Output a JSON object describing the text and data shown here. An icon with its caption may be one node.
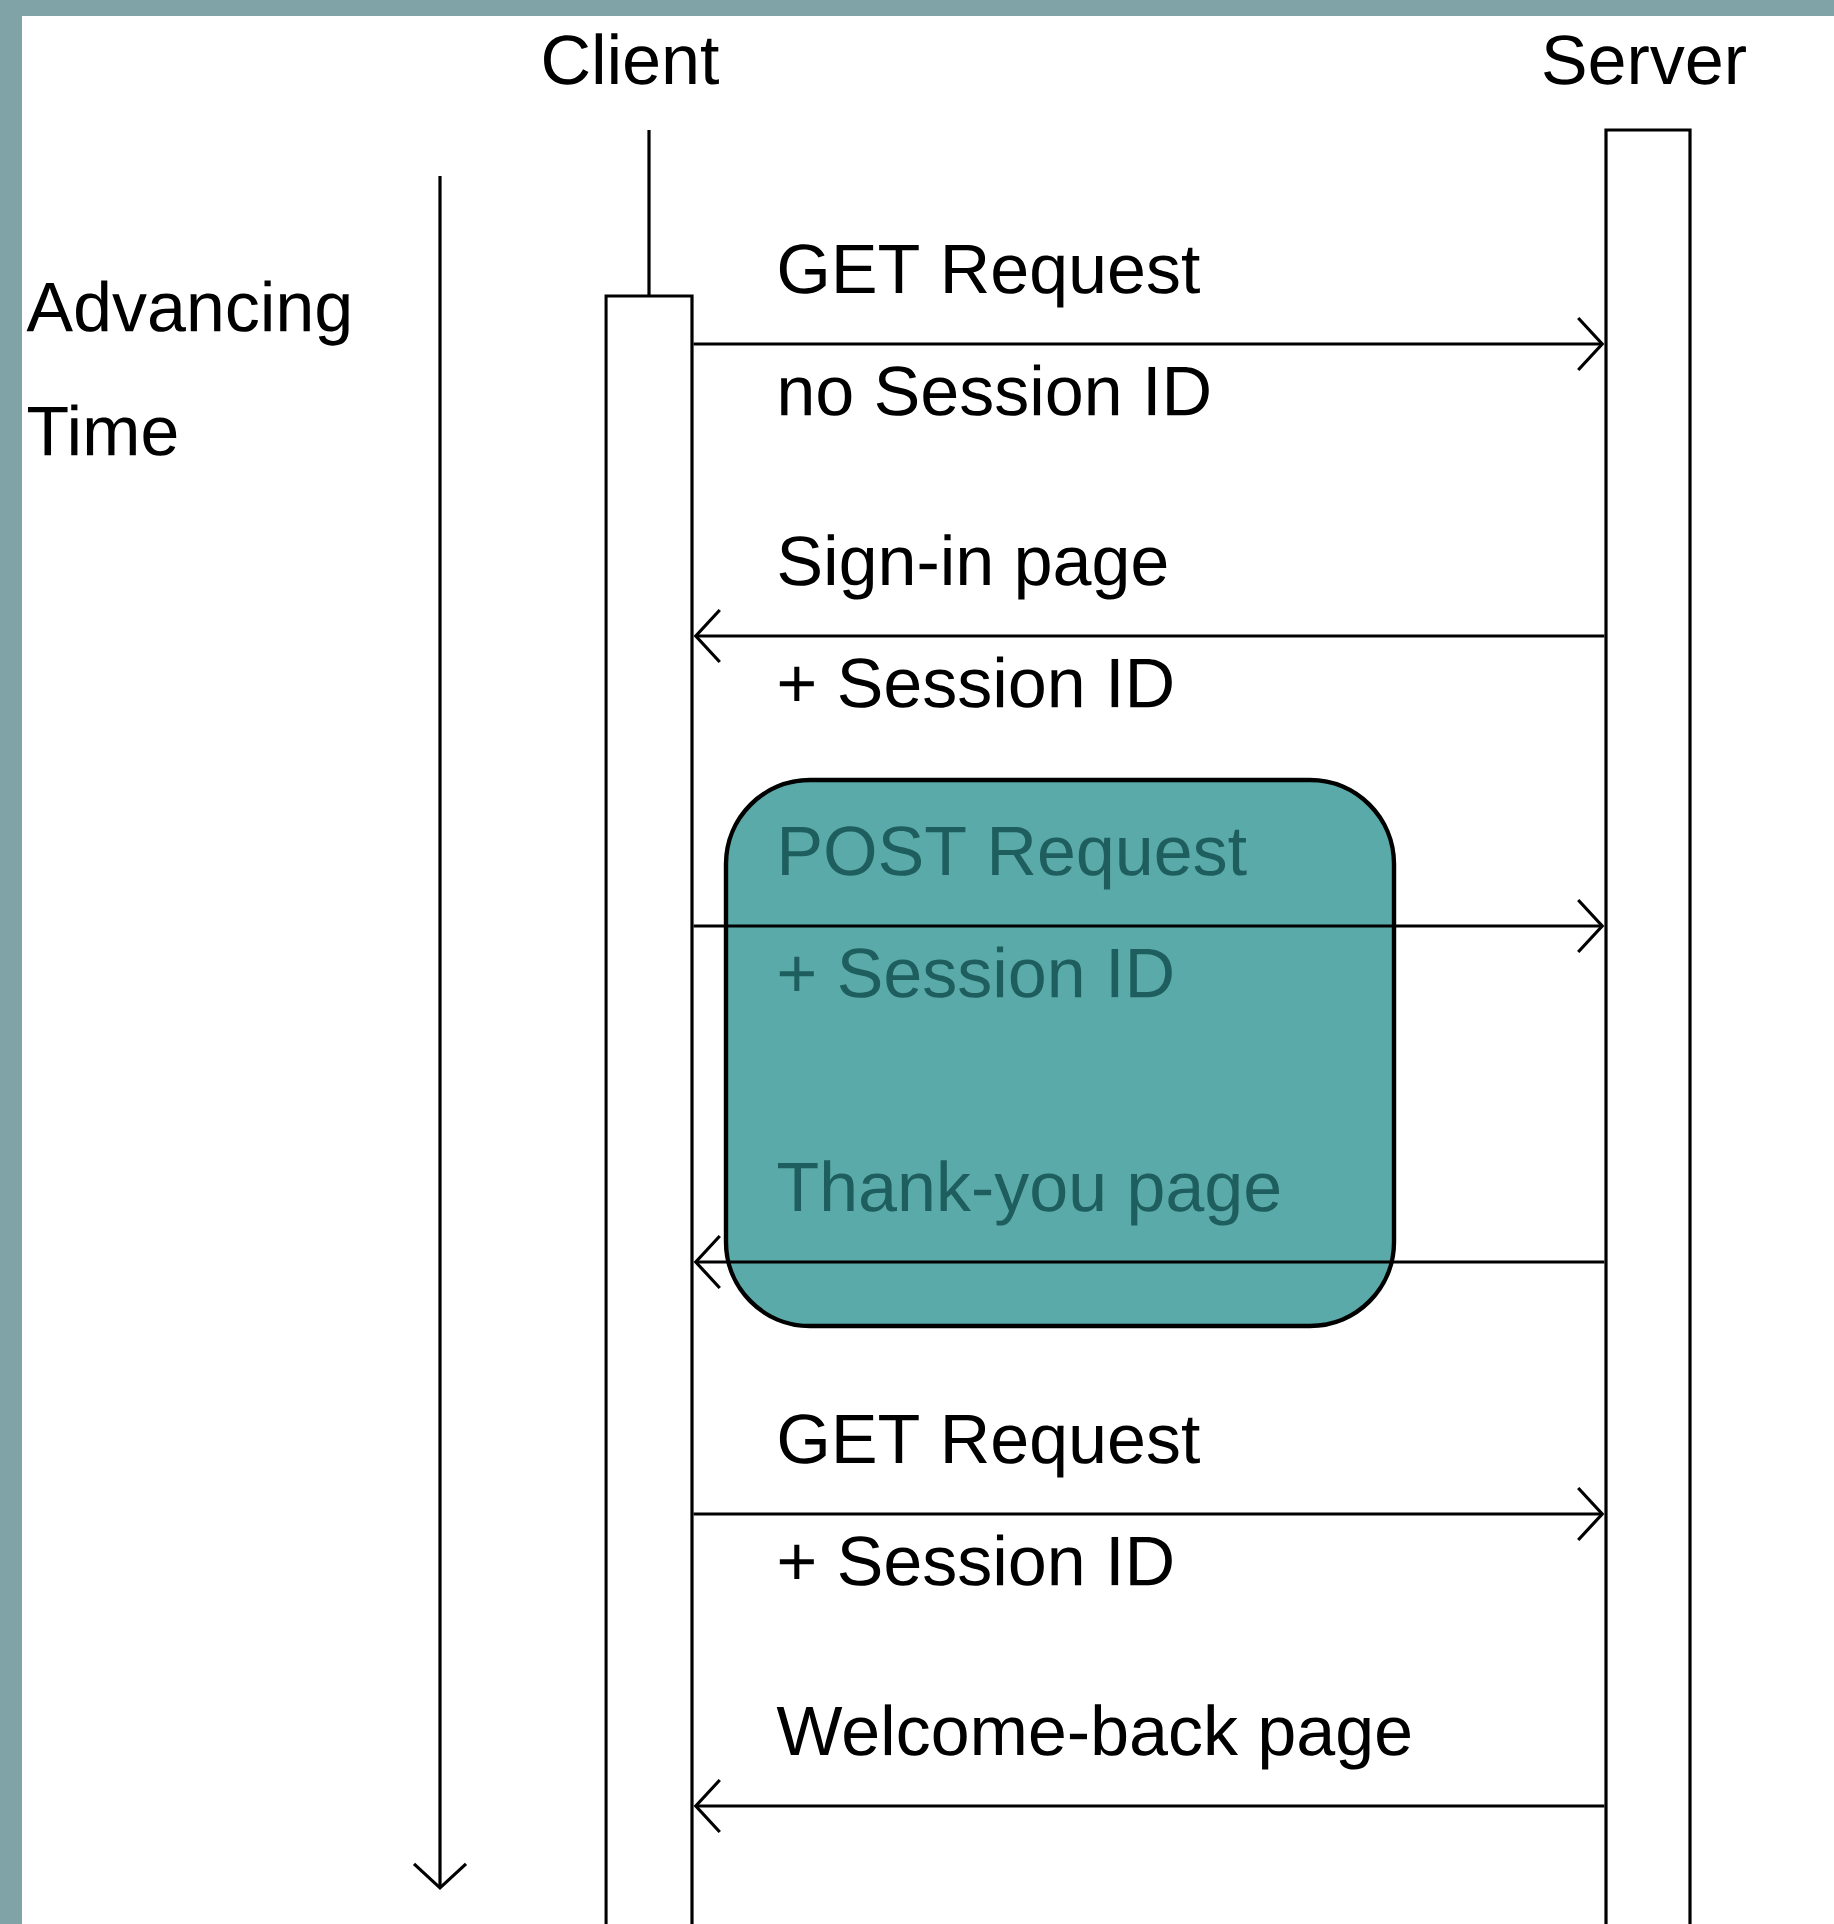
{
  "diagram": {
    "nodes": [
      {
        "text": [
          "Client"
        ]
      },
      {
        "text": [
          "Server"
        ]
      }
    ],
    "edges": [
      {
        "from": 0,
        "to": 1,
        "arrow": "to",
        "label": "GET Request"
      },
      {
        "from": 1,
        "to": 0,
        "arrow": "to",
        "label": "Sign-in page"
      },
      {
        "from": 0,
        "to": 1,
        "arrow": "to",
        "label": "POST Request"
      },
      {
        "from": 1,
        "to": 0,
        "arrow": "to",
        "label": "Thank-you page"
      },
      {
        "from": 0,
        "to": 1,
        "arrow": "to",
        "label": "GET Request"
      },
      {
        "from": 1,
        "to": 0,
        "arrow": "to",
        "label": "Welcome-back page"
      }
    ],
    "labels": [
      "Advancing Time",
      "no Session ID",
      "+ Session ID",
      "+ Session ID",
      "+ Session ID"
    ]
  }
}
